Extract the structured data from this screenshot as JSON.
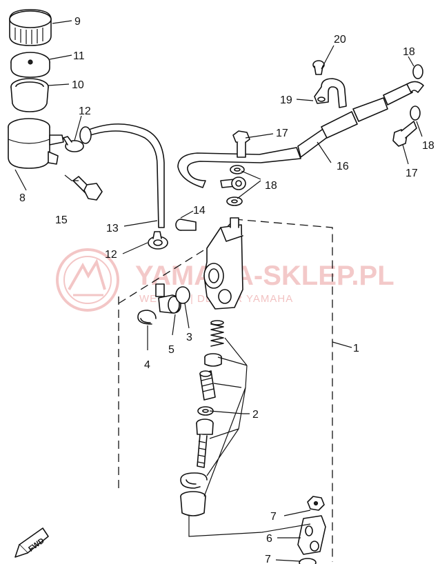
{
  "callouts": {
    "c1": "1",
    "c2": "2",
    "c3": "3",
    "c4": "4",
    "c5": "5",
    "c6": "6",
    "c7a": "7",
    "c7b": "7",
    "c8": "8",
    "c9": "9",
    "c10": "10",
    "c11": "11",
    "c12a": "12",
    "c12b": "12",
    "c13": "13",
    "c14": "14",
    "c15": "15",
    "c16": "16",
    "c17a": "17",
    "c17b": "17",
    "c18a": "18",
    "c18b": "18",
    "c18c": "18",
    "c19": "19",
    "c20": "20"
  },
  "direction_badge": "FWD",
  "watermark": {
    "brand": "YAMAHA-SKLEP.PL",
    "subtitle": "WE... CZ | DEALER YAMAHA"
  },
  "colors": {
    "line": "#111111",
    "watermark": "#f0b8b8"
  }
}
